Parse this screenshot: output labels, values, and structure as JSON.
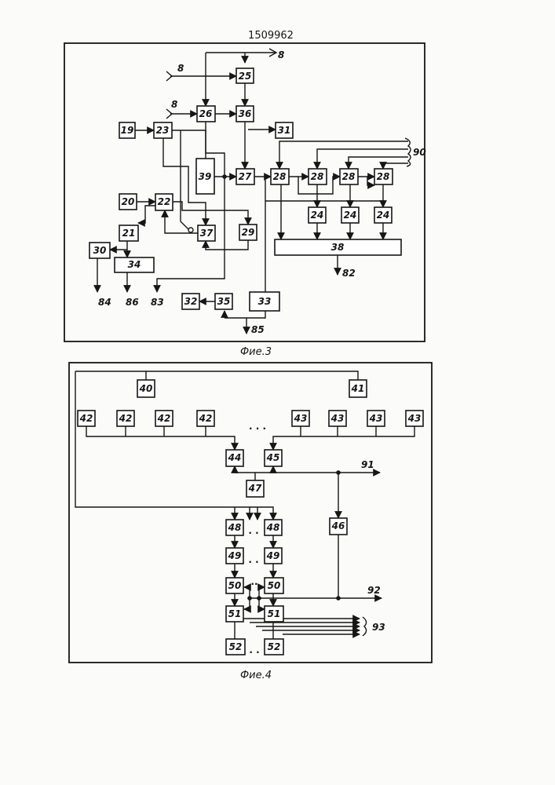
{
  "patent_number": "1509962",
  "fig3": {
    "caption": "Фие.3",
    "blocks": {
      "b25": "25",
      "b26": "26",
      "b36": "36",
      "b19": "19",
      "b23": "23",
      "b31": "31",
      "b39": "39",
      "b27": "27",
      "b28a": "28",
      "b28b": "28",
      "b28c": "28",
      "b28d": "28",
      "b20": "20",
      "b22": "22",
      "b24a": "24",
      "b24b": "24",
      "b24c": "24",
      "b21": "21",
      "b37": "37",
      "b29": "29",
      "b30": "30",
      "b34": "34",
      "b38": "38",
      "b32": "32",
      "b35": "35",
      "b33": "33"
    },
    "labels": {
      "in8_top": "8",
      "in8_left": "8",
      "in8_mid": "8",
      "in90": "90",
      "out82": "82",
      "out84": "84",
      "out86": "86",
      "out83": "83",
      "out85": "85"
    }
  },
  "fig4": {
    "caption": "Фие.4",
    "blocks": {
      "b40": "40",
      "b41": "41",
      "b42a": "42",
      "b42b": "42",
      "b42c": "42",
      "b42d": "42",
      "b43a": "43",
      "b43b": "43",
      "b43c": "43",
      "b43d": "43",
      "b44": "44",
      "b45": "45",
      "b47": "47",
      "b46": "46",
      "b48a": "48",
      "b48b": "48",
      "b49a": "49",
      "b49b": "49",
      "b50a": "50",
      "b50b": "50",
      "b51a": "51",
      "b51b": "51",
      "b52a": "52",
      "b52b": "52"
    },
    "labels": {
      "out91": "91",
      "out92": "92",
      "out93": "93"
    },
    "ellipsis": {
      "top": ". . .",
      "row48": ". .",
      "row49": ". .",
      "row50": "..",
      "row52": ". ."
    }
  }
}
